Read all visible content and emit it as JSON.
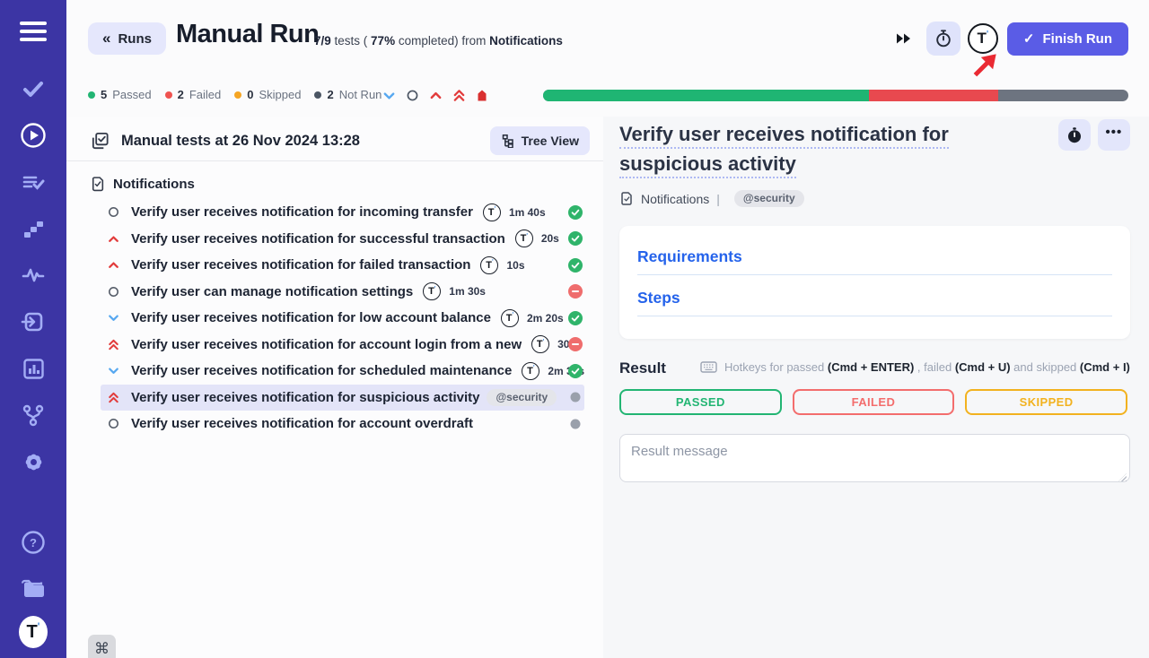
{
  "sidebar": {
    "items": [
      "menu",
      "tasks",
      "runs",
      "test-plans",
      "steps",
      "pulse",
      "import",
      "analytics",
      "branches",
      "settings",
      "help",
      "projects",
      "logo"
    ],
    "logo_letter": "T"
  },
  "header": {
    "back_label": "Runs",
    "title": "Manual Run",
    "subtitle_parts": [
      {
        "text": "7/9",
        "bold": true
      },
      {
        "text": " tests ( "
      },
      {
        "text": "77%",
        "bold": true
      },
      {
        "text": " completed) from "
      },
      {
        "text": "Notifications",
        "bold": true
      }
    ],
    "finish_label": "Finish Run"
  },
  "glyphs": {
    "back": "«",
    "check": "✓",
    "more": "•••",
    "logo": "T"
  },
  "stats": {
    "items": [
      {
        "count": "5",
        "label": "Passed",
        "color": "#22b573"
      },
      {
        "count": "2",
        "label": "Failed",
        "color": "#ef5350"
      },
      {
        "count": "0",
        "label": "Skipped",
        "color": "#f5a523"
      },
      {
        "count": "2",
        "label": "Not Run",
        "color": "#4b5563"
      }
    ]
  },
  "filters": {
    "icons": [
      "priority-low",
      "priority-normal",
      "priority-high",
      "priority-critical",
      "priority-blocker"
    ]
  },
  "progress": {
    "passed_pct": 55.6,
    "failed_pct": 22.2,
    "notrun_pct": 22.2,
    "colors": {
      "passed": "#1fb573",
      "failed": "#e8494f",
      "notrun": "#6d7480"
    }
  },
  "list": {
    "header": "Manual tests at 26 Nov 2024 13:28",
    "tree_view_label": "Tree View",
    "section": "Notifications",
    "cmd_key": "⌘",
    "rows": [
      {
        "priority": "normal",
        "title": "Verify user receives notification for incoming transfer",
        "logo": true,
        "duration": "1m 40s",
        "status": "passed"
      },
      {
        "priority": "high",
        "title": "Verify user receives notification for successful transaction",
        "logo": true,
        "duration": "20s",
        "status": "passed"
      },
      {
        "priority": "high",
        "title": "Verify user receives notification for failed transaction",
        "logo": true,
        "duration": "10s",
        "status": "passed"
      },
      {
        "priority": "normal",
        "title": "Verify user can manage notification settings",
        "logo": true,
        "duration": "1m 30s",
        "status": "failed"
      },
      {
        "priority": "low",
        "title": "Verify user receives notification for low account balance",
        "logo": true,
        "duration": "2m 20s",
        "status": "passed"
      },
      {
        "priority": "critical",
        "title": "Verify user receives notification for account login from a new",
        "logo": true,
        "duration": "30s",
        "status": "failed"
      },
      {
        "priority": "low",
        "title": "Verify user receives notification for scheduled maintenance",
        "logo": true,
        "duration": "2m 30s",
        "status": "passed"
      },
      {
        "priority": "critical",
        "title": "Verify user receives notification for suspicious activity",
        "tag": "@security",
        "status": "notrun",
        "selected": true
      },
      {
        "priority": "normal",
        "title": "Verify user receives notification for account overdraft",
        "status": "notrun"
      }
    ]
  },
  "detail": {
    "title": "Verify user receives notification for suspicious activity",
    "breadcrumb": "Notifications",
    "separator": "|",
    "tag": "@security",
    "sections": {
      "requirements": "Requirements",
      "steps": "Steps"
    },
    "result_label": "Result",
    "hotkeys_parts": [
      {
        "text": "Hotkeys for passed "
      },
      {
        "text": "(Cmd + ENTER)",
        "bold": true
      },
      {
        "text": " , failed "
      },
      {
        "text": "(Cmd + U)",
        "bold": true
      },
      {
        "text": " and skipped "
      },
      {
        "text": "(Cmd + I)",
        "bold": true
      }
    ],
    "verdict_buttons": [
      {
        "label": "PASSED",
        "color": "#22b573"
      },
      {
        "label": "FAILED",
        "color": "#f36d6d"
      },
      {
        "label": "SKIPPED",
        "color": "#f2b21f"
      }
    ],
    "message_placeholder": "Result message"
  }
}
